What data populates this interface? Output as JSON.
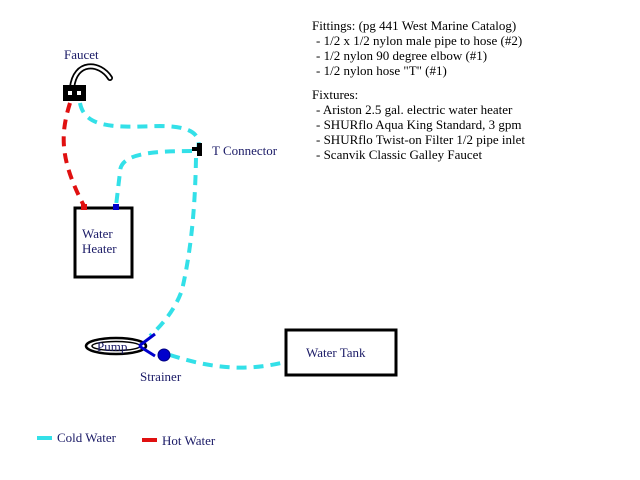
{
  "colors": {
    "cold_water": "#33e0e8",
    "hot_water": "#e01010",
    "text": "#1a1a66",
    "fitting": "#0000cc"
  },
  "labels": {
    "faucet": "Faucet",
    "t_connector": "T Connector",
    "water_heater_line1": "Water",
    "water_heater_line2": "Heater",
    "pump": "Pump",
    "strainer": "Strainer",
    "water_tank": "Water Tank"
  },
  "fittings": {
    "heading": "Fittings: (pg 441 West Marine Catalog)",
    "items": [
      "- 1/2 x 1/2 nylon male pipe to hose (#2)",
      "- 1/2 nylon 90 degree elbow (#1)",
      "- 1/2 nylon hose \"T\" (#1)"
    ]
  },
  "fixtures": {
    "heading": "Fixtures:",
    "items": [
      "- Ariston 2.5 gal. electric water heater",
      "- SHURflo Aqua King Standard, 3 gpm",
      "- SHURflo Twist-on Filter 1/2 pipe inlet",
      "- Scanvik Classic Galley Faucet"
    ]
  },
  "legend": {
    "cold_label": "Cold Water",
    "hot_label": "Hot Water"
  }
}
